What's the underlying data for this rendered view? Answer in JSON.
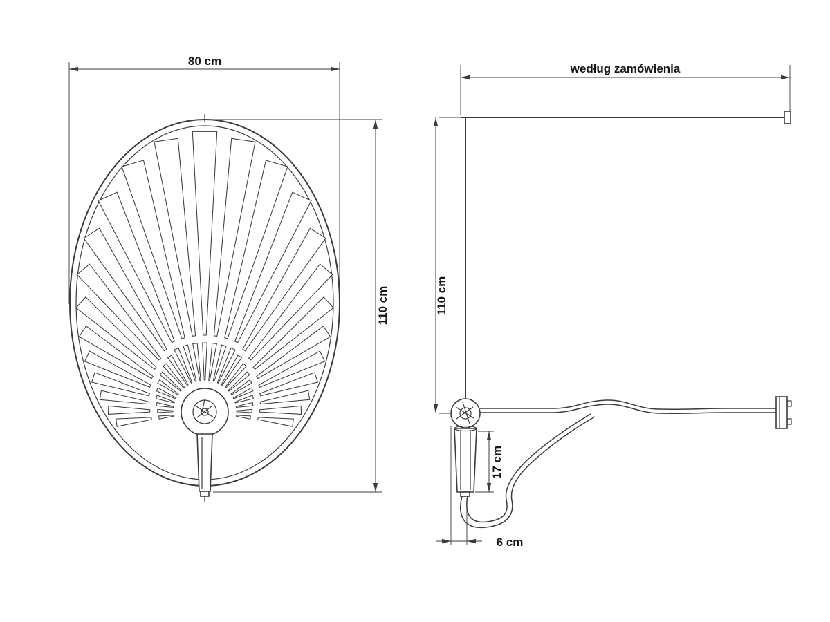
{
  "drawing": {
    "front_view": {
      "width_label": "80 cm",
      "height_label": "110 cm"
    },
    "side_view": {
      "top_width_label": "według zamówienia",
      "height_label": "110 cm",
      "handle_height_label": "17 cm",
      "bottom_offset_label": "6 cm"
    },
    "colors": {
      "line": "#3b3b3b",
      "text": "#141414",
      "background": "#ffffff"
    }
  }
}
